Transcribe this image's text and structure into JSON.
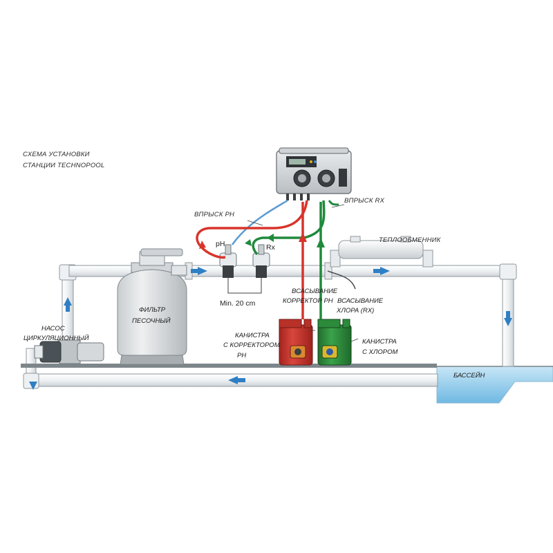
{
  "title": {
    "line1": "СХЕМА УСТАНОВКИ",
    "line2": "СТАНЦИИ TECHNOPOOL"
  },
  "labels": {
    "injection_ph": "ВПРЫСК PH",
    "injection_rx": "ВПРЫСК RX",
    "heat_exchanger": "ТЕПЛООБМЕННИК",
    "probe_ph": "pH",
    "probe_rx": "Rx",
    "min_distance": "Min. 20 cm",
    "suction_ph_line1": "ВСАСЫВАНИЕ",
    "suction_ph_line2": "КОРРЕКТОР PH",
    "suction_rx_line1": "ВСАСЫВАНИЕ",
    "suction_rx_line2": "ХЛОРА (RX)",
    "filter_line1": "ФИЛЬТР",
    "filter_line2": "ПЕСОЧНЫЙ",
    "pump_line1": "НАСОС",
    "pump_line2": "ЦИРКУЛЯЦИОННЫЙ",
    "canister_ph_line1": "КАНИСТРА",
    "canister_ph_line2": "С КОРРЕКТОРОМ",
    "canister_ph_line3": "PH",
    "canister_cl_line1": "КАНИСТРА",
    "canister_cl_line2": "С ХЛОРОМ",
    "pool": "БАССЕЙН"
  },
  "colors": {
    "pipe": "#f2f4f5",
    "pipe_outline": "#8f979c",
    "flow_arrow": "#2f7fc4",
    "ph_line": "#d8342b",
    "rx_line": "#1f8a3c",
    "probe_line": "#5a9bd3",
    "canister_red": "#c9312a",
    "canister_green": "#2f8f3e",
    "pool_water": "#9fd3ee",
    "controller_body": "#d9dcdf"
  },
  "icons": {
    "flow": "flow-arrow-icon",
    "pump": "pump-icon",
    "filter": "sand-filter-icon",
    "controller": "controller-icon",
    "probe": "probe-icon",
    "canister": "canister-icon",
    "heat_exchanger": "heat-exchanger-icon"
  }
}
